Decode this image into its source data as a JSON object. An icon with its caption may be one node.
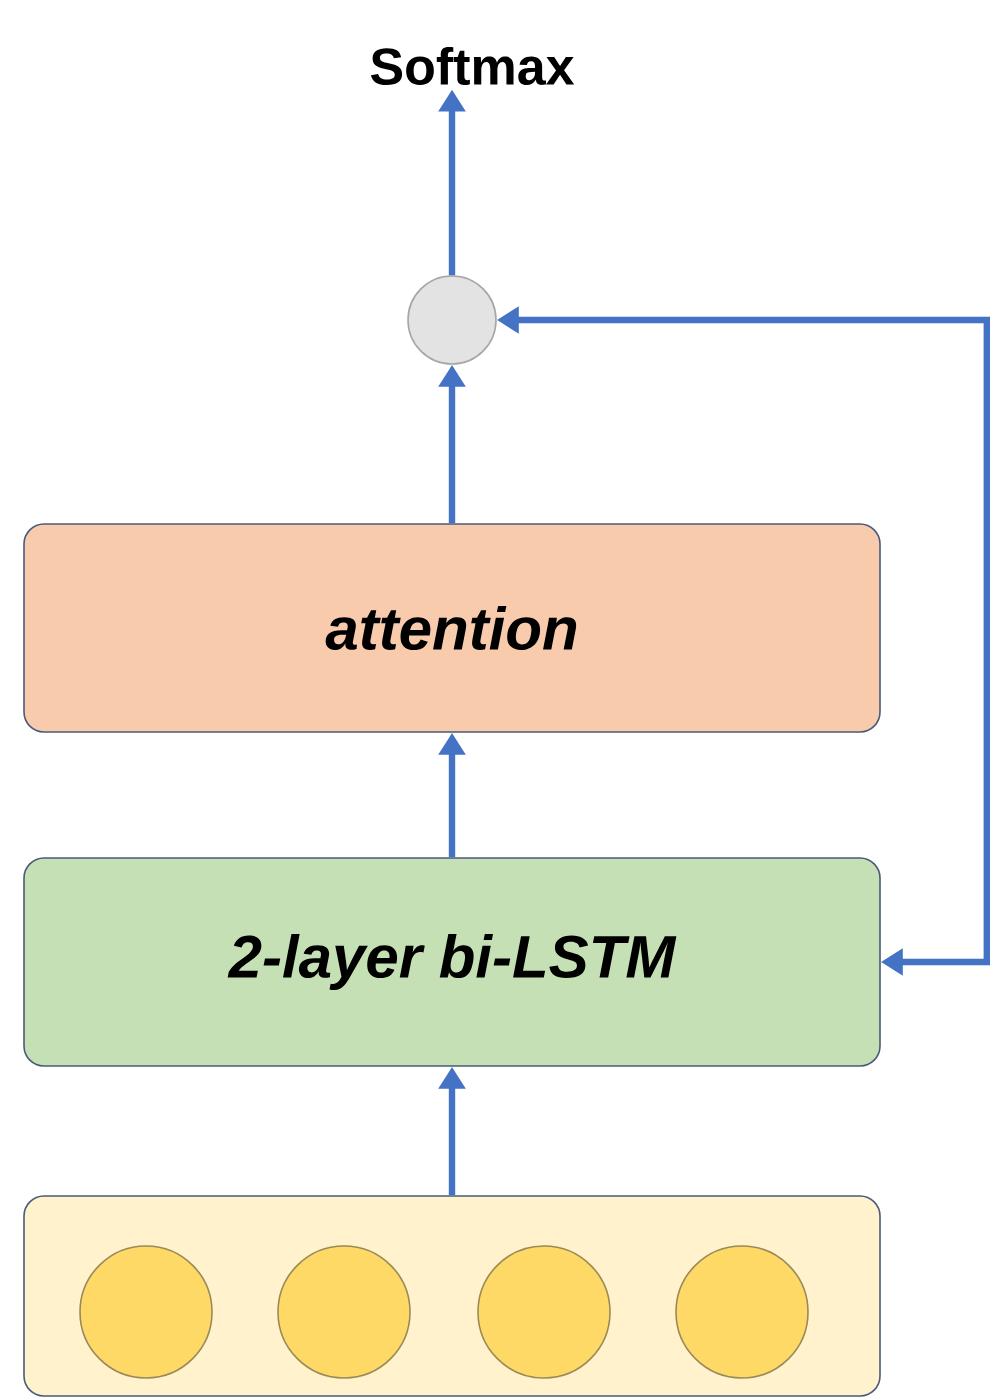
{
  "diagram": {
    "nodes": [
      {
        "text": [
          "Softmax"
        ]
      },
      {
        "text": [],
        "shape": "circle"
      },
      {
        "text": [
          "attention"
        ]
      },
      {
        "text": [
          "2-layer bi-LSTM"
        ]
      },
      {
        "text": [],
        "shape": "box"
      },
      {
        "text": [],
        "shape": "circle",
        "in": 4
      },
      {
        "text": [],
        "shape": "circle",
        "in": 4
      },
      {
        "text": [],
        "shape": "circle",
        "in": 4
      },
      {
        "text": [],
        "shape": "circle",
        "in": 4
      }
    ],
    "edges": [
      {
        "from": 1,
        "to": 0,
        "arrow": "to"
      },
      {
        "from": 2,
        "to": 1,
        "arrow": "to"
      },
      {
        "from": 3,
        "to": 2,
        "arrow": "to"
      },
      {
        "from": 4,
        "to": 3,
        "arrow": "to"
      },
      {
        "from": 3,
        "to": 1,
        "arrow": "both"
      }
    ]
  }
}
